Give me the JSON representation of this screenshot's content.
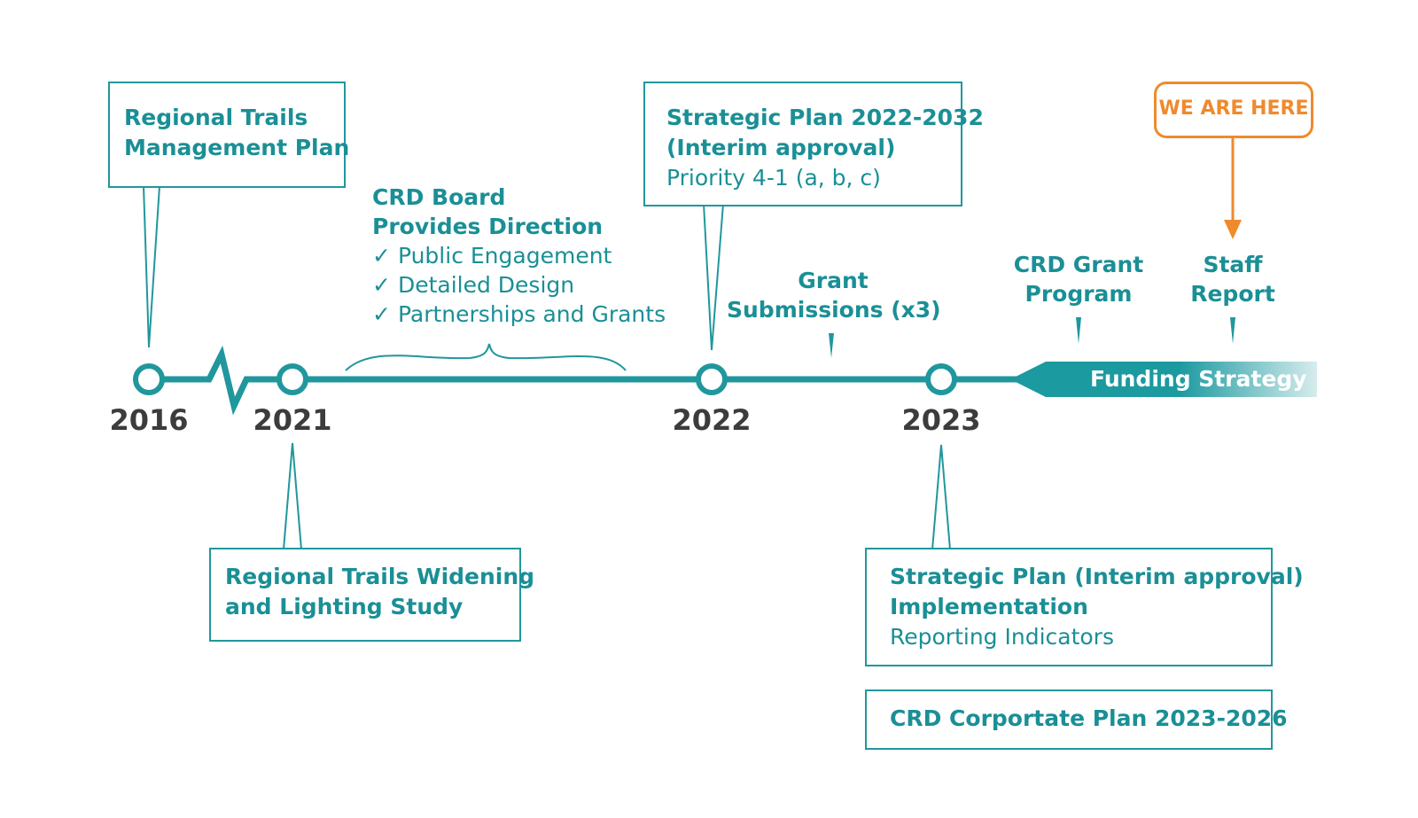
{
  "colors": {
    "teal": "#20979d",
    "teal_text": "#1a8f96",
    "orange": "#ef8a2d",
    "year_text": "#3c3c3c"
  },
  "years": [
    "2016",
    "2021",
    "2022",
    "2023"
  ],
  "boxes": {
    "rtmp": {
      "lines": [
        "Regional Trails",
        "Management Plan"
      ]
    },
    "widening": {
      "lines": [
        "Regional Trails Widening",
        "and Lighting Study"
      ]
    },
    "strategic": {
      "lines": [
        "Strategic Plan 2022-2032",
        "(Interim approval)"
      ],
      "sub": "Priority 4-1 (a, b, c)"
    },
    "implementation": {
      "lines": [
        "Strategic Plan (Interim approval)",
        "Implementation"
      ],
      "sub": "Reporting Indicators"
    },
    "corporate": {
      "lines": [
        "CRD Corportate Plan 2023-2026"
      ]
    }
  },
  "board": {
    "lines": [
      "CRD Board",
      "Provides Direction"
    ],
    "checks": [
      "Public Engagement",
      "Detailed Design",
      "Partnerships and Grants"
    ],
    "check_icon": "check-icon"
  },
  "labels": {
    "grant_submissions": [
      "Grant",
      "Submissions (x3)"
    ],
    "grant_program": [
      "CRD Grant",
      "Program"
    ],
    "staff_report": [
      "Staff",
      "Report"
    ]
  },
  "we_are_here": "WE ARE HERE",
  "funding_strategy": "Funding Strategy"
}
